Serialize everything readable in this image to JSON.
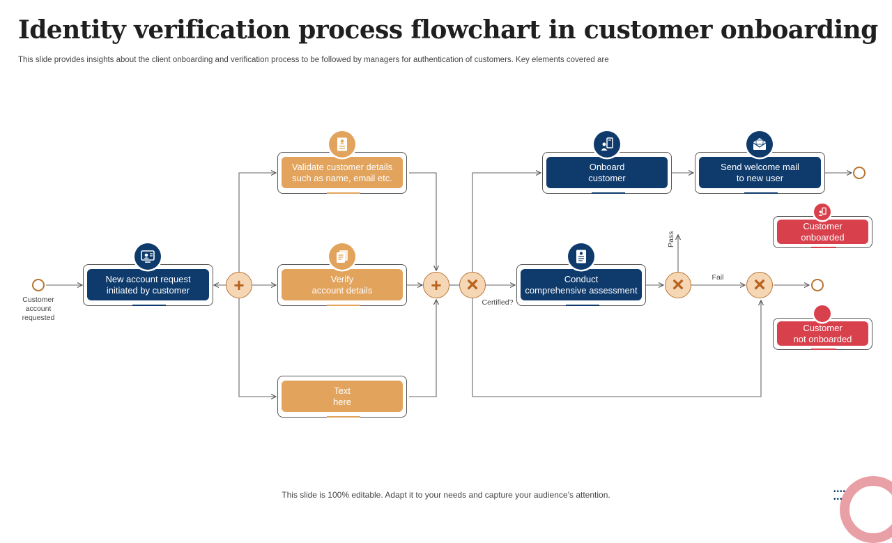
{
  "title": "Identity verification process flowchart in customer onboarding",
  "subtitle": "This slide provides insights about the client onboarding and verification process to be followed by managers for authentication of customers. Key elements covered are",
  "footer": "This slide is 100% editable. Adapt it to your needs and capture your audience’s attention.",
  "labels": {
    "start": "Customer\naccount\nrequested",
    "certified": "Certified?",
    "pass": "Pass",
    "fail": "Fail"
  },
  "nodes": {
    "new_request": "New account request\ninitiated by customer",
    "validate": "Validate customer details\nsuch as name, email etc.",
    "verify": "Verify\naccount details",
    "text_here": "Text\nhere",
    "onboard": "Onboard\ncustomer",
    "welcome": "Send welcome  mail\nto new user",
    "assessment": "Conduct\ncomprehensive  assessment",
    "onboarded": "Customer\nonboarded",
    "not_onboarded": "Customer\nnot onboarded"
  },
  "colors": {
    "navy": "#0e3a6c",
    "orange": "#e2a35c",
    "red": "#d8404c",
    "gateway_fill": "#f6d7b5",
    "gateway_mark": "#b8621e"
  },
  "icons": {
    "new_request": "user-id-screen-icon",
    "validate": "profile-document-icon",
    "verify": "documents-icon",
    "onboard": "user-device-icon",
    "welcome": "envelope-icon",
    "assessment": "checklist-icon",
    "onboarded": "user-device-icon"
  }
}
